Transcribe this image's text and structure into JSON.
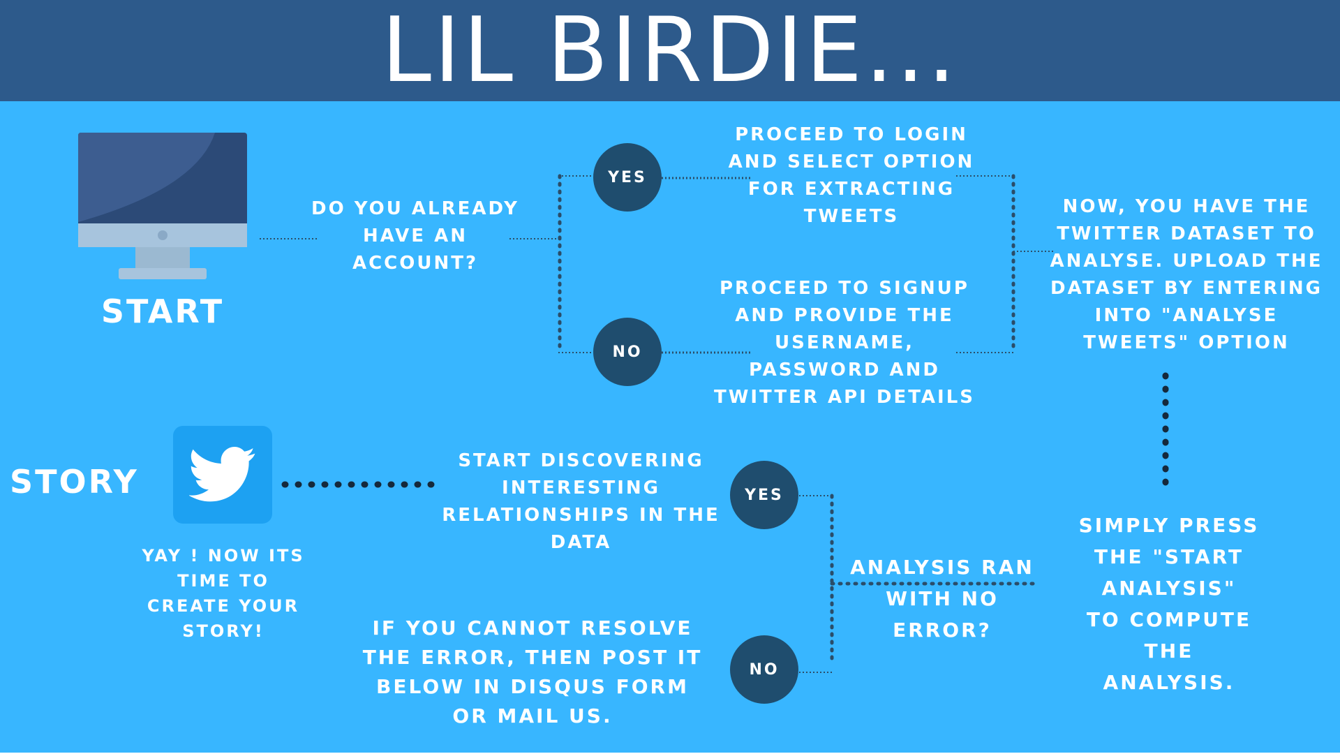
{
  "header": {
    "title": "LIL BIRDIE..."
  },
  "colors": {
    "header_bg": "#2d5a8b",
    "canvas_bg": "#38b6ff",
    "circle": "#1f4d6e",
    "text": "#ffffff"
  },
  "start": {
    "label": "START",
    "icon": "desktop-monitor-icon"
  },
  "story": {
    "label": "STORY",
    "icon": "twitter-bird-icon",
    "caption": "YAY ! NOW ITS\nTIME TO\nCREATE YOUR\nSTORY!"
  },
  "q1": {
    "text": "DO YOU ALREADY\nHAVE AN\nACCOUNT?"
  },
  "yes1": {
    "label": "YES"
  },
  "no1": {
    "label": "NO"
  },
  "login": {
    "text": "PROCEED TO LOGIN\nAND SELECT OPTION\nFOR EXTRACTING\nTWEETS"
  },
  "signup": {
    "text": "PROCEED TO SIGNUP\nAND PROVIDE THE\nUSERNAME,\nPASSWORD AND\nTWITTER API DETAILS"
  },
  "dataset": {
    "text": "NOW, YOU HAVE THE\nTWITTER DATASET TO\nANALYSE. UPLOAD THE\nDATASET BY ENTERING\nINTO \"ANALYSE\nTWEETS\" OPTION"
  },
  "press": {
    "text": "SIMPLY PRESS\nTHE \"START\nANALYSIS\"\nTO COMPUTE\nTHE\nANALYSIS."
  },
  "q2": {
    "text": "ANALYSIS RAN\nWITH NO\nERROR?"
  },
  "yes2": {
    "label": "YES"
  },
  "no2": {
    "label": "NO"
  },
  "discover": {
    "text": "START DISCOVERING\nINTERESTING\nRELATIONSHIPS IN THE\nDATA"
  },
  "error": {
    "text": "IF YOU CANNOT RESOLVE\nTHE ERROR, THEN POST IT\nBELOW IN DISQUS FORM\nOR MAIL US."
  }
}
